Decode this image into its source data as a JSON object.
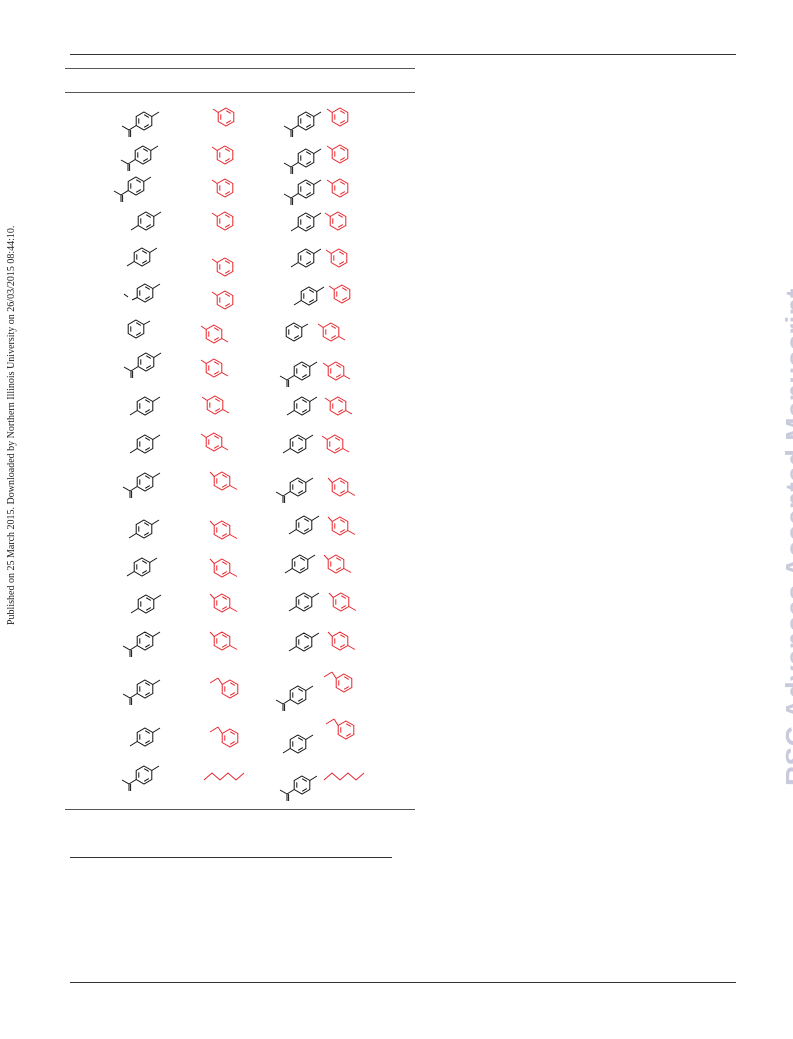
{
  "side_note": "Published on 25 March 2015. Downloaded by Northern Illinois University on 26/03/2015 08:44:10.",
  "watermark": "RSC Advances Accepted Manuscript",
  "structure_legend": {
    "black": "#111111",
    "red": "#e8252b"
  },
  "rows": [
    {
      "reactant_a": "acetyl-aryl",
      "reactant_b": "phenyl",
      "product": "acetyl-aryl + phenyl"
    },
    {
      "reactant_a": "acetyl-aryl",
      "reactant_b": "phenyl",
      "product": "acetyl-aryl + phenyl"
    },
    {
      "reactant_a": "acetyl-aryl",
      "reactant_b": "phenyl",
      "product": "acetyl-aryl + phenyl"
    },
    {
      "reactant_a": "tolyl",
      "reactant_b": "phenyl",
      "product": "tolyl + phenyl"
    },
    {
      "reactant_a": "tolyl",
      "reactant_b": "phenyl",
      "product": "tolyl + phenyl"
    },
    {
      "reactant_a": "methoxy-aryl",
      "reactant_b": "phenyl",
      "product": "methoxy-aryl + phenyl"
    },
    {
      "reactant_a": "phenyl",
      "reactant_b": "tolyl",
      "product": "phenyl + tolyl"
    },
    {
      "reactant_a": "acetyl-aryl",
      "reactant_b": "tolyl",
      "product": "acetyl-aryl + tolyl"
    },
    {
      "reactant_a": "tolyl",
      "reactant_b": "tolyl",
      "product": "tolyl + tolyl"
    },
    {
      "reactant_a": "tolyl",
      "reactant_b": "tolyl",
      "product": "tolyl + tolyl"
    },
    {
      "reactant_a": "acetyl-aryl",
      "reactant_b": "methyl-aryl",
      "product": "acetyl-aryl + methyl-aryl"
    },
    {
      "reactant_a": "tolyl",
      "reactant_b": "methyl-aryl",
      "product": "tolyl + methyl-aryl"
    },
    {
      "reactant_a": "tolyl",
      "reactant_b": "methyl-aryl",
      "product": "tolyl + methyl-aryl"
    },
    {
      "reactant_a": "tolyl",
      "reactant_b": "methyl-aryl",
      "product": "tolyl + methyl-aryl"
    },
    {
      "reactant_a": "acetyl-aryl",
      "reactant_b": "methyl-aryl",
      "product": "tolyl + methyl-aryl"
    },
    {
      "reactant_a": "acetyl-aryl",
      "reactant_b": "benzyl",
      "product": "acetyl-aryl + benzyl"
    },
    {
      "reactant_a": "tolyl",
      "reactant_b": "benzyl",
      "product": "tolyl + benzyl"
    },
    {
      "reactant_a": "acetyl-aryl",
      "reactant_b": "butyl",
      "product": "acetyl-aryl + butyl"
    }
  ]
}
